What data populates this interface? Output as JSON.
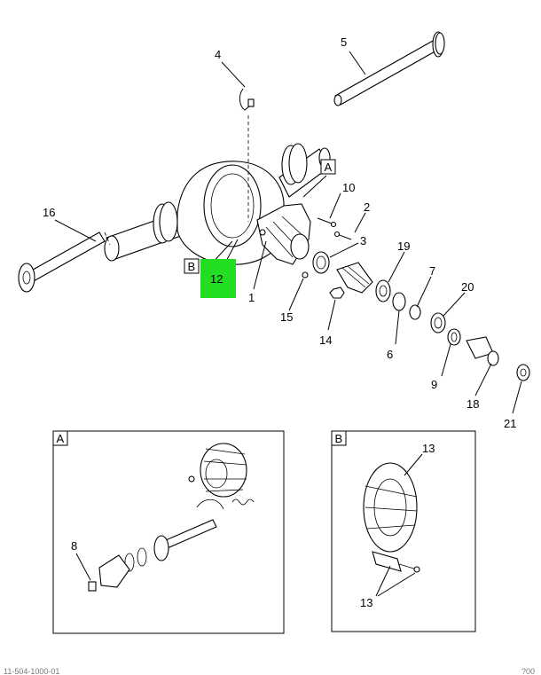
{
  "callouts": {
    "c1": "1",
    "c2": "2",
    "c3": "3",
    "c4": "4",
    "c5": "5",
    "c6": "6",
    "c7": "7",
    "c8": "8",
    "c9": "9",
    "c10": "10",
    "c12": "12",
    "c13a": "13",
    "c13b": "13",
    "c14": "14",
    "c15": "15",
    "c16": "16",
    "c18": "18",
    "c19": "19",
    "c20": "20",
    "c21": "21"
  },
  "view_labels": {
    "main_a": "A",
    "main_b": "B",
    "inset_a": "A",
    "inset_b": "B"
  },
  "highlight": {
    "label": "12",
    "color": "#22dd22"
  },
  "footer": {
    "left": "11-504-1000-01",
    "right": "?00"
  }
}
